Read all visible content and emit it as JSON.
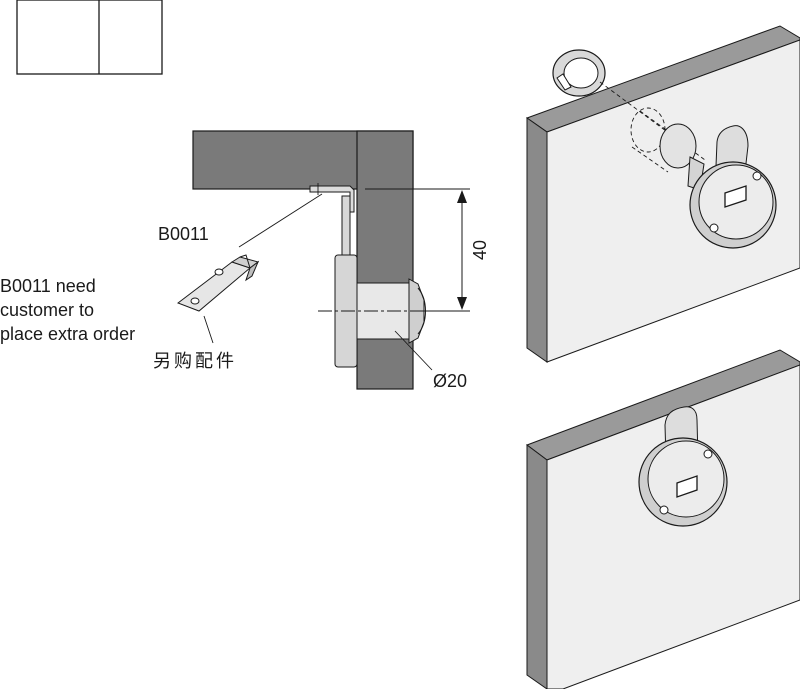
{
  "labels": {
    "part_code": "B0011",
    "note_line1": "B0011 need",
    "note_line2": "customer to",
    "note_line3": "place extra order",
    "note_cn": "另购配件",
    "dimension_height": "40",
    "dimension_diameter": "Ø20"
  },
  "colors": {
    "wall_dark": "#7a7a7a",
    "panel_face": "#efefef",
    "panel_top": "#9a9a9a",
    "panel_side": "#8a8a8a",
    "metal_light": "#e2e2e2",
    "metal_mid": "#c8c8c8",
    "line": "#1a1a1a"
  }
}
